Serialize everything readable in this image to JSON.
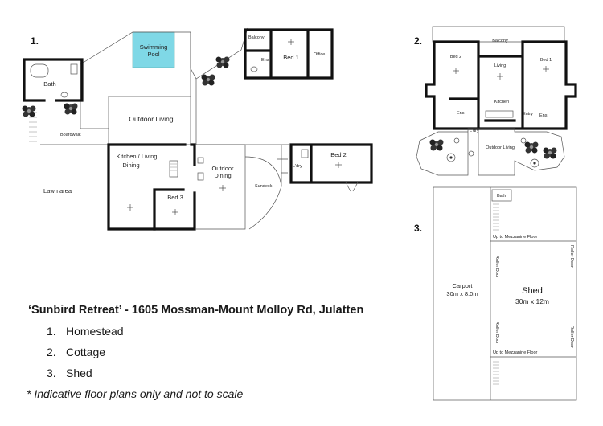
{
  "plan_numbers": [
    "1.",
    "2.",
    "3."
  ],
  "homestead": {
    "rooms": [
      "Swimming",
      "Pool",
      "Balcony",
      "Bed 1",
      "Ens",
      "Office",
      "Bath",
      "Outdoor Living",
      "Boardwalk",
      "Kitchen / Living",
      "Dining",
      "Outdoor",
      "Dining",
      "Bed 3",
      "Bed 2",
      "L'dry",
      "Sundeck",
      "Lawn area"
    ]
  },
  "cottage": {
    "rooms": [
      "Balcony",
      "Bed 2",
      "Bed 1",
      "Living",
      "Kitchen",
      "Ens",
      "Entry",
      "Ens",
      "L'dry",
      "Outdoor Living"
    ]
  },
  "shed": {
    "rooms": [
      "Bath",
      "Up to Mezzanine Floor",
      "Carport",
      "30m x 8.0m",
      "Shed",
      "30m x 12m",
      "Up to Mezzanine Floor",
      "Roller Door",
      "Roller Door",
      "Roller Door",
      "Roller Door"
    ]
  },
  "legend": {
    "title": "‘Sunbird Retreat’ - 1605 Mossman-Mount Molloy Rd, Julatten",
    "items": [
      {
        "num": "1.",
        "label": "Homestead"
      },
      {
        "num": "2.",
        "label": "Cottage"
      },
      {
        "num": "3.",
        "label": "Shed"
      }
    ],
    "note": "* Indicative floor plans only and not to scale"
  },
  "colors": {
    "pool": "#7fd8e6",
    "wall": "#111111",
    "tree": "#2f2f2f"
  }
}
